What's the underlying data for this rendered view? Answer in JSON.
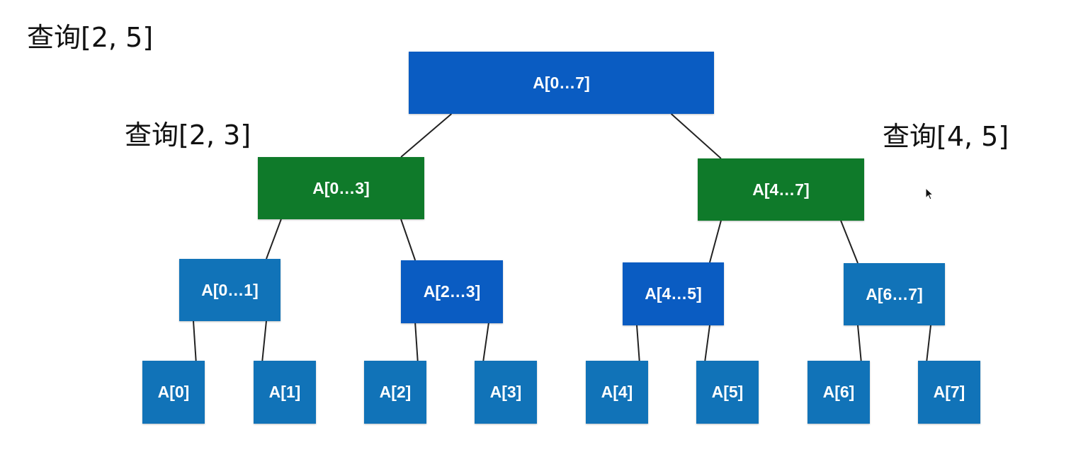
{
  "labels": {
    "query_root": "查询[2, 5]",
    "query_left": "查询[2, 3]",
    "query_right": "查询[4, 5]"
  },
  "colors": {
    "blue_dark": "#0a5cc2",
    "blue_light": "#1173b8",
    "green": "#0f7a2a",
    "edge": "#222222"
  },
  "nodes": {
    "root": {
      "text": "A[0…7]",
      "color": "blue_dark"
    },
    "n03": {
      "text": "A[0…3]",
      "color": "green"
    },
    "n47": {
      "text": "A[4…7]",
      "color": "green"
    },
    "n01": {
      "text": "A[0…1]",
      "color": "blue_light"
    },
    "n23": {
      "text": "A[2…3]",
      "color": "blue_dark"
    },
    "n45": {
      "text": "A[4…5]",
      "color": "blue_dark"
    },
    "n67": {
      "text": "A[6…7]",
      "color": "blue_light"
    },
    "a0": {
      "text": "A[0]",
      "color": "blue_light"
    },
    "a1": {
      "text": "A[1]",
      "color": "blue_light"
    },
    "a2": {
      "text": "A[2]",
      "color": "blue_light"
    },
    "a3": {
      "text": "A[3]",
      "color": "blue_light"
    },
    "a4": {
      "text": "A[4]",
      "color": "blue_light"
    },
    "a5": {
      "text": "A[5]",
      "color": "blue_light"
    },
    "a6": {
      "text": "A[6]",
      "color": "blue_light"
    },
    "a7": {
      "text": "A[7]",
      "color": "blue_light"
    }
  },
  "edges": [
    [
      "root",
      "n03"
    ],
    [
      "root",
      "n47"
    ],
    [
      "n03",
      "n01"
    ],
    [
      "n03",
      "n23"
    ],
    [
      "n47",
      "n45"
    ],
    [
      "n47",
      "n67"
    ],
    [
      "n01",
      "a0"
    ],
    [
      "n01",
      "a1"
    ],
    [
      "n23",
      "a2"
    ],
    [
      "n23",
      "a3"
    ],
    [
      "n45",
      "a4"
    ],
    [
      "n45",
      "a5"
    ],
    [
      "n67",
      "a6"
    ],
    [
      "n67",
      "a7"
    ]
  ]
}
